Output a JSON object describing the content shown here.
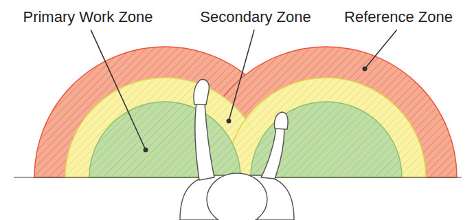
{
  "diagram": {
    "labels": [
      "Primary Work Zone",
      "Secondary Zone",
      "Reference Zone"
    ]
  }
}
